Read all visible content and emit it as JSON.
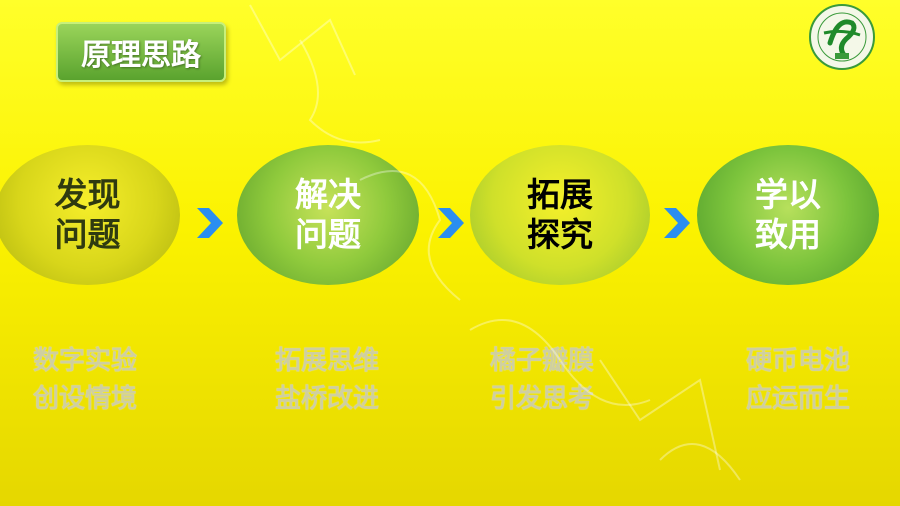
{
  "slide": {
    "title": "原理思路",
    "steps": [
      {
        "line1": "发现",
        "line2": "问题",
        "caption1": "数字实验",
        "caption2": "创设情境"
      },
      {
        "line1": "解决",
        "line2": "问题",
        "caption1": "拓展思维",
        "caption2": "盐桥改进"
      },
      {
        "line1": "拓展",
        "line2": "探究",
        "caption1": "橘子瓣膜",
        "caption2": "引发思考"
      },
      {
        "line1": "学以",
        "line2": "致用",
        "caption1": "硬币电池",
        "caption2": "应运而生"
      }
    ],
    "arrow_icon": "chevron-right-icon",
    "logo_icon": "school-seal-icon",
    "colors": {
      "background": "#fbf200",
      "title_green": "#6fb236",
      "arrow_blue": "#2a8ef0",
      "caption_gray": "#cfcfa0"
    }
  }
}
